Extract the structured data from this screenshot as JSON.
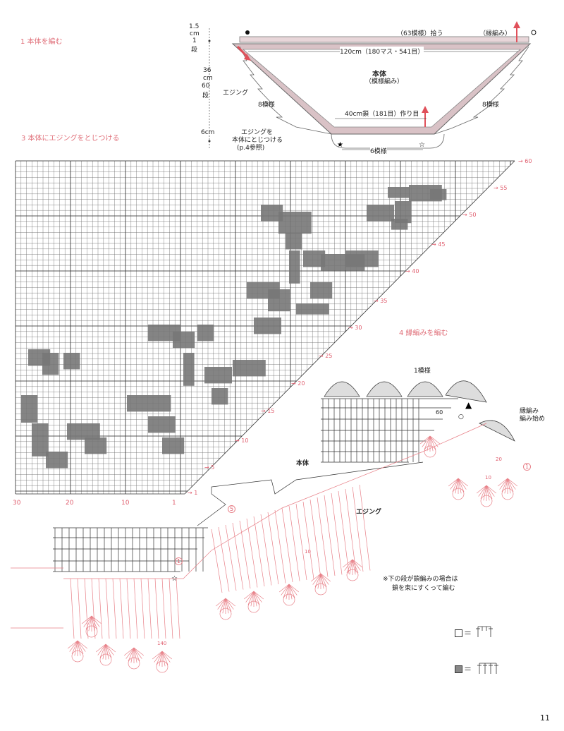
{
  "headings": {
    "step1": "1 本体を編む",
    "step3": "3 本体にエジングをとじつける",
    "step4": "4 縁編みを編む"
  },
  "schematic": {
    "h_top": "1.5",
    "h_top_unit": "cm",
    "h_top_rows": "1",
    "h_top_rows_unit": "段",
    "h_mid": "36",
    "h_mid_unit": "cm",
    "h_mid_rows": "60",
    "h_mid_rows_unit": "段",
    "h_bot": "6cm",
    "pickup": "（63模様）拾う",
    "border": "（縁編み）",
    "width_top": "120cm（180マス・541目）",
    "body_title": "本体",
    "body_sub": "（模様編み）",
    "edging": "エジング",
    "left_repeat": "8模様",
    "right_repeat": "8模様",
    "chain_start": "40cm鎖（181目）作り目",
    "attach_note_1": "エジングを",
    "attach_note_2": "本体にとじつける",
    "attach_note_3": "(p.4参照)",
    "bottom_repeat": "6模様"
  },
  "chart": {
    "row_labels": [
      "60",
      "55",
      "50",
      "45",
      "40",
      "35",
      "30",
      "25",
      "20",
      "15",
      "10",
      "5",
      "1"
    ],
    "col_labels": [
      "30",
      "20",
      "10",
      "1"
    ]
  },
  "edging_detail": {
    "one_repeat": "1模様",
    "start_1": "縁編み",
    "start_2": "編み始め",
    "body_label": "本体",
    "edging_label": "エジング",
    "row_60": "60",
    "row_1_right": "1",
    "row_5_right": "20",
    "row_10_right": "10",
    "row_1_left": "1",
    "row_5_left": "5",
    "row_10_left": "10",
    "row_140": "140",
    "note_1": "※下の段が鎖編みの場合は",
    "note_2": "鎖を束にすくって編む"
  },
  "legend": {
    "eq": "＝"
  },
  "page_number": "11",
  "colors": {
    "accent": "#e0707a",
    "grid": "#555555",
    "filled": "#777777",
    "body_fill": "#d9c2c6"
  }
}
